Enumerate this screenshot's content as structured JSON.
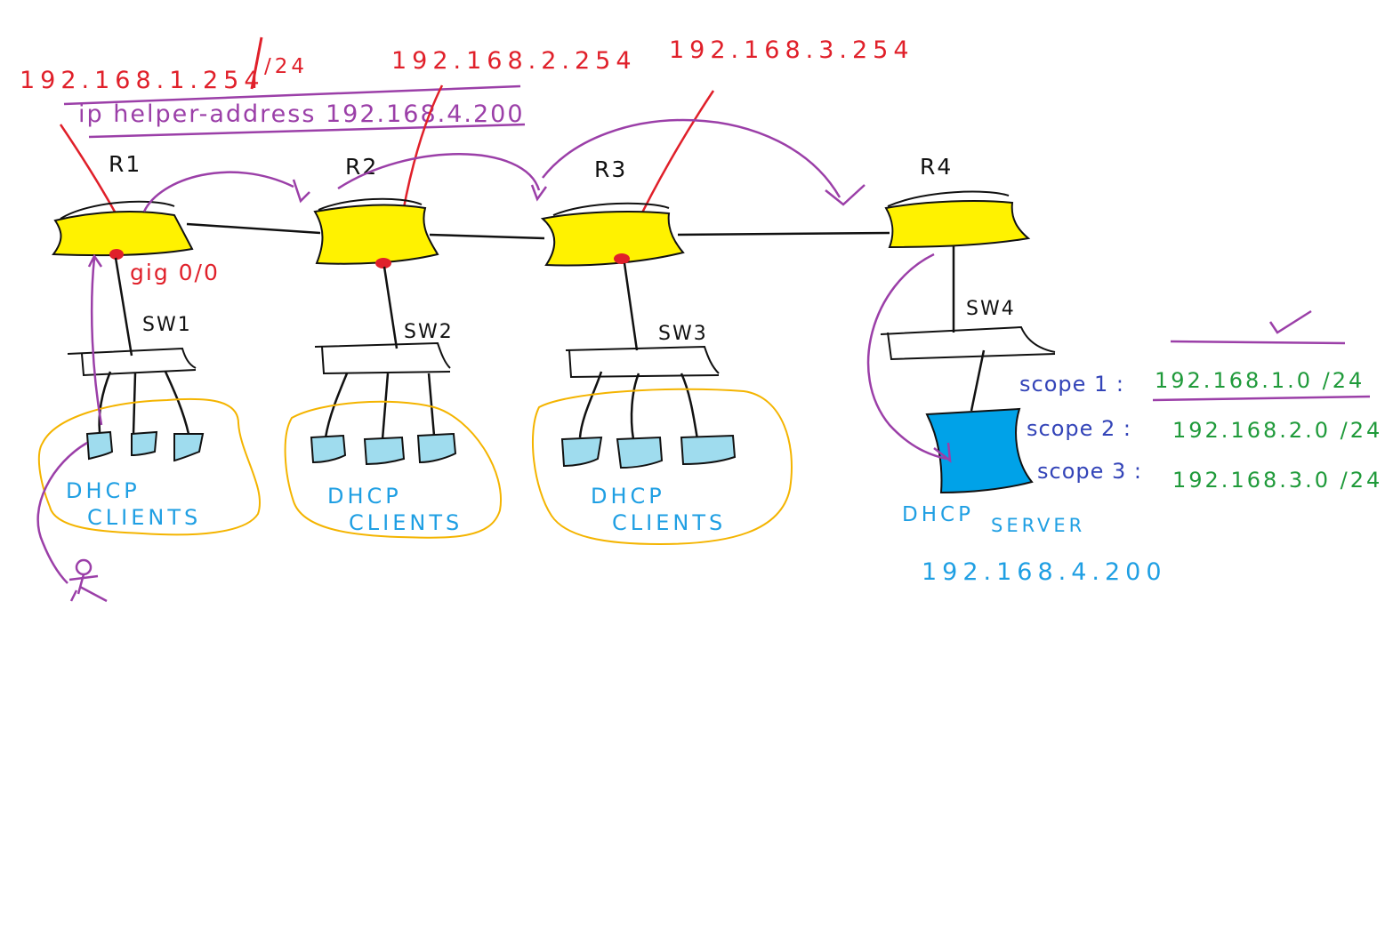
{
  "annotations": {
    "r1_ip": "192.168.1.254",
    "r1_mask": "/24",
    "r2_ip": "192.168.2.254",
    "r3_ip": "192.168.3.254",
    "helper": "ip helper-address 192.168.4.200",
    "interface": "gig 0/0"
  },
  "routers": [
    {
      "label": "R1"
    },
    {
      "label": "R2"
    },
    {
      "label": "R3"
    },
    {
      "label": "R4"
    }
  ],
  "switches": [
    {
      "label": "SW1"
    },
    {
      "label": "SW2"
    },
    {
      "label": "SW3"
    },
    {
      "label": "SW4"
    }
  ],
  "client_groups": [
    {
      "line1": "DHCP",
      "line2": "CLIENTS"
    },
    {
      "line1": "DHCP",
      "line2": "CLIENTS"
    },
    {
      "line1": "DHCP",
      "line2": "CLIENTS"
    }
  ],
  "server": {
    "label1": "DHCP",
    "label2": "SERVER",
    "ip": "192.168.4.200"
  },
  "scopes": [
    {
      "name": "scope 1 :",
      "network": "192.168.1.0 /24"
    },
    {
      "name": "scope 2 :",
      "network": "192.168.2.0 /24"
    },
    {
      "name": "scope 3 :",
      "network": "192.168.3.0 /24"
    }
  ],
  "colors": {
    "router_fill": "#fff200",
    "client_fill": "#9fdcee",
    "server_fill": "#00a2e8",
    "red": "#e0202a",
    "purple": "#9b3fa8",
    "blue": "#1f9fe3",
    "navy": "#3344b8",
    "green": "#1f9a3a",
    "orange": "#f4b400"
  }
}
